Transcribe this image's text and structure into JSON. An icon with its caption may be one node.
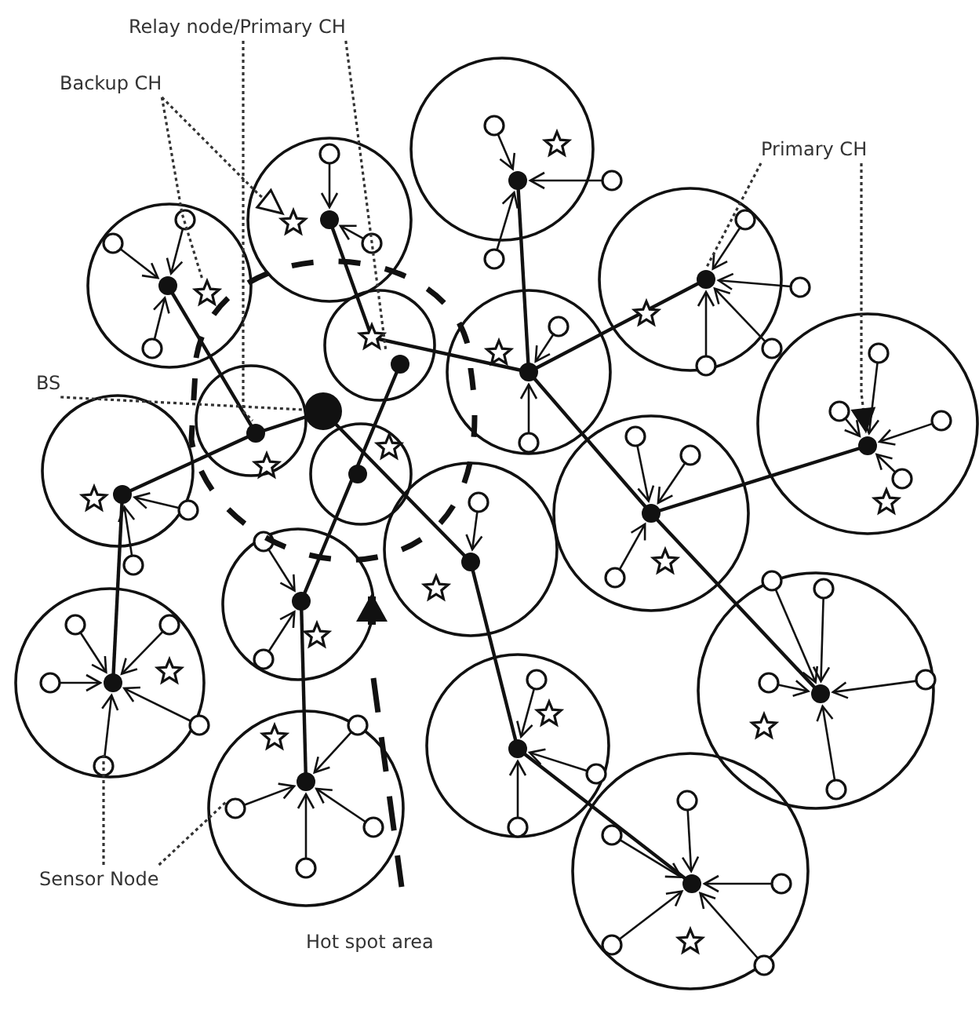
{
  "diagram": {
    "nodes": [
      {
        "text": [
          "Relay node/Primary CH"
        ]
      },
      {
        "text": [
          "Backup CH"
        ]
      },
      {
        "text": [
          "Primary CH"
        ]
      },
      {
        "text": [
          "BS"
        ]
      },
      {
        "text": [
          "Sensor Node"
        ]
      }
    ],
    "edges": [
      {
        "from": 0,
        "to": null,
        "arrow": "none",
        "style": "dashed"
      },
      {
        "from": 0,
        "to": null,
        "arrow": "none",
        "style": "dashed"
      },
      {
        "from": 1,
        "to": null,
        "arrow": "none",
        "style": "dashed"
      },
      {
        "from": 1,
        "to": null,
        "arrow": "to",
        "style": "dashed"
      },
      {
        "from": 2,
        "to": null,
        "arrow": "none",
        "style": "dashed"
      },
      {
        "from": 2,
        "to": null,
        "arrow": "to",
        "style": "dashed"
      },
      {
        "from": 3,
        "to": null,
        "arrow": "none",
        "style": "dashed"
      },
      {
        "from": 4,
        "to": null,
        "arrow": "none",
        "style": "dashed"
      },
      {
        "from": 4,
        "to": null,
        "arrow": "none",
        "style": "dashed"
      }
    ],
    "labels": [
      "Hot spot area"
    ]
  }
}
